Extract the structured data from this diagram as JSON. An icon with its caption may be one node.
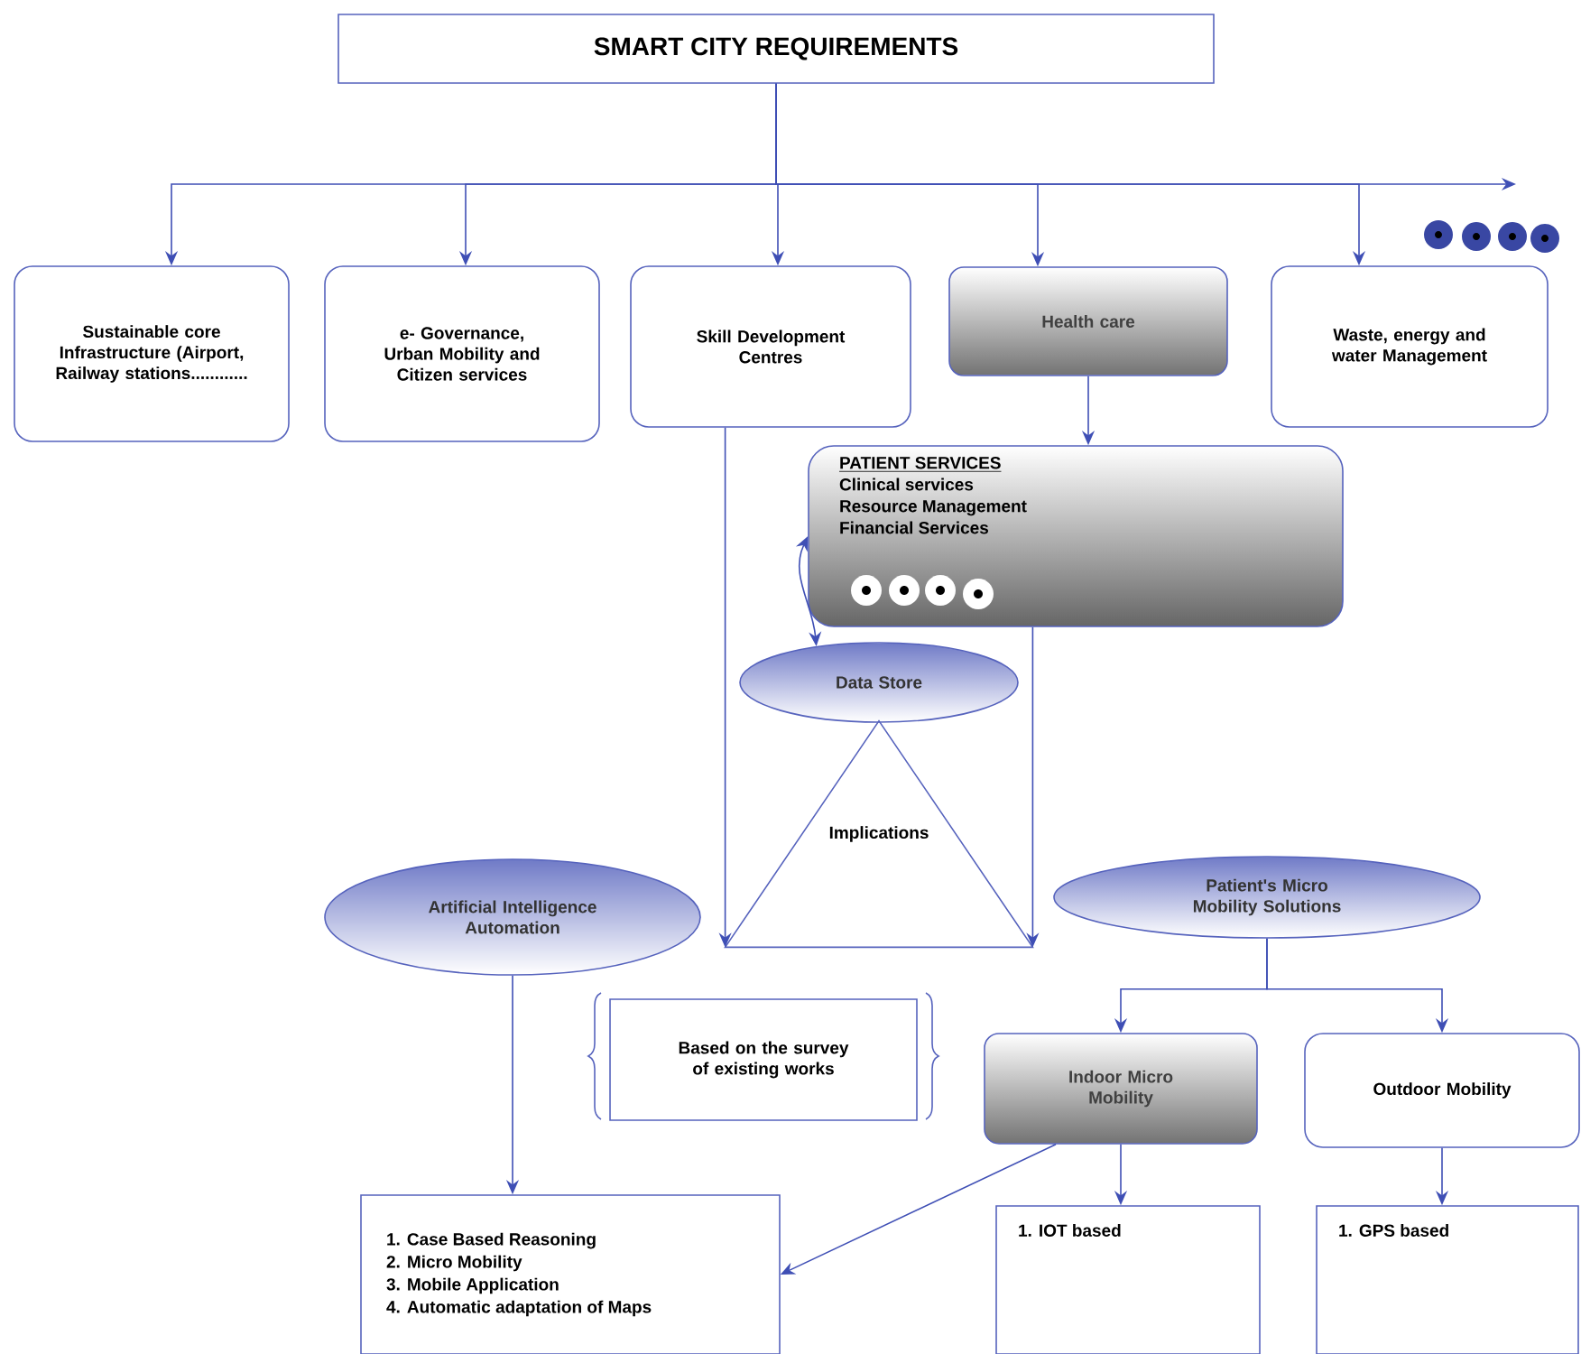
{
  "diagram": {
    "nodes": [
      {
        "text": [
          "SMART CITY REQUIREMENTS"
        ]
      },
      {
        "text": [
          "Sustainable core Infrastructure (Airport, Railway stations............"
        ]
      },
      {
        "text": [
          "e- Governance, Urban Mobility and Citizen services"
        ]
      },
      {
        "text": [
          "Skill Development Centres"
        ]
      },
      {
        "text": [
          "Health care"
        ]
      },
      {
        "text": [
          "Waste, energy and water Management"
        ]
      },
      {
        "text": [
          "PATIENT SERVICES",
          "Clinical services",
          "Resource Management",
          "Financial Services"
        ]
      },
      {
        "text": [
          "Data Store"
        ]
      },
      {
        "text": [
          "Implications"
        ]
      },
      {
        "text": [
          "Artificial Intelligence Automation"
        ]
      },
      {
        "text": [
          "Patient's Micro Mobility Solutions"
        ]
      },
      {
        "text": [
          "Based on the survey of existing works"
        ]
      },
      {
        "text": [
          "Indoor Micro Mobility"
        ]
      },
      {
        "text": [
          "Outdoor Mobility"
        ]
      },
      {
        "text": [
          "1. Case Based Reasoning",
          "2. Micro Mobility",
          "3. Mobile Application",
          "4. Automatic adaptation of Maps"
        ]
      },
      {
        "text": [
          "1. IOT based"
        ]
      },
      {
        "text": [
          "1. GPS based"
        ]
      }
    ],
    "edges": [
      {
        "from": 0,
        "to": 1,
        "arrow": "to"
      },
      {
        "from": 0,
        "to": 2,
        "arrow": "to"
      },
      {
        "from": 0,
        "to": 3,
        "arrow": "to"
      },
      {
        "from": 0,
        "to": 4,
        "arrow": "to"
      },
      {
        "from": 0,
        "to": 5,
        "arrow": "to"
      },
      {
        "from": 0,
        "to": null,
        "arrow": "to"
      },
      {
        "from": 4,
        "to": 6,
        "arrow": "to"
      },
      {
        "from": 7,
        "to": 6,
        "arrow": "both"
      },
      {
        "from": 3,
        "to": 8,
        "arrow": "to"
      },
      {
        "from": 6,
        "to": 8,
        "arrow": "to"
      },
      {
        "from": 9,
        "to": 14,
        "arrow": "to"
      },
      {
        "from": 10,
        "to": 12,
        "arrow": "to"
      },
      {
        "from": 10,
        "to": 13,
        "arrow": "to"
      },
      {
        "from": 12,
        "to": 14,
        "arrow": "to"
      },
      {
        "from": 12,
        "to": 15,
        "arrow": "to"
      },
      {
        "from": 13,
        "to": 16,
        "arrow": "to"
      }
    ]
  }
}
